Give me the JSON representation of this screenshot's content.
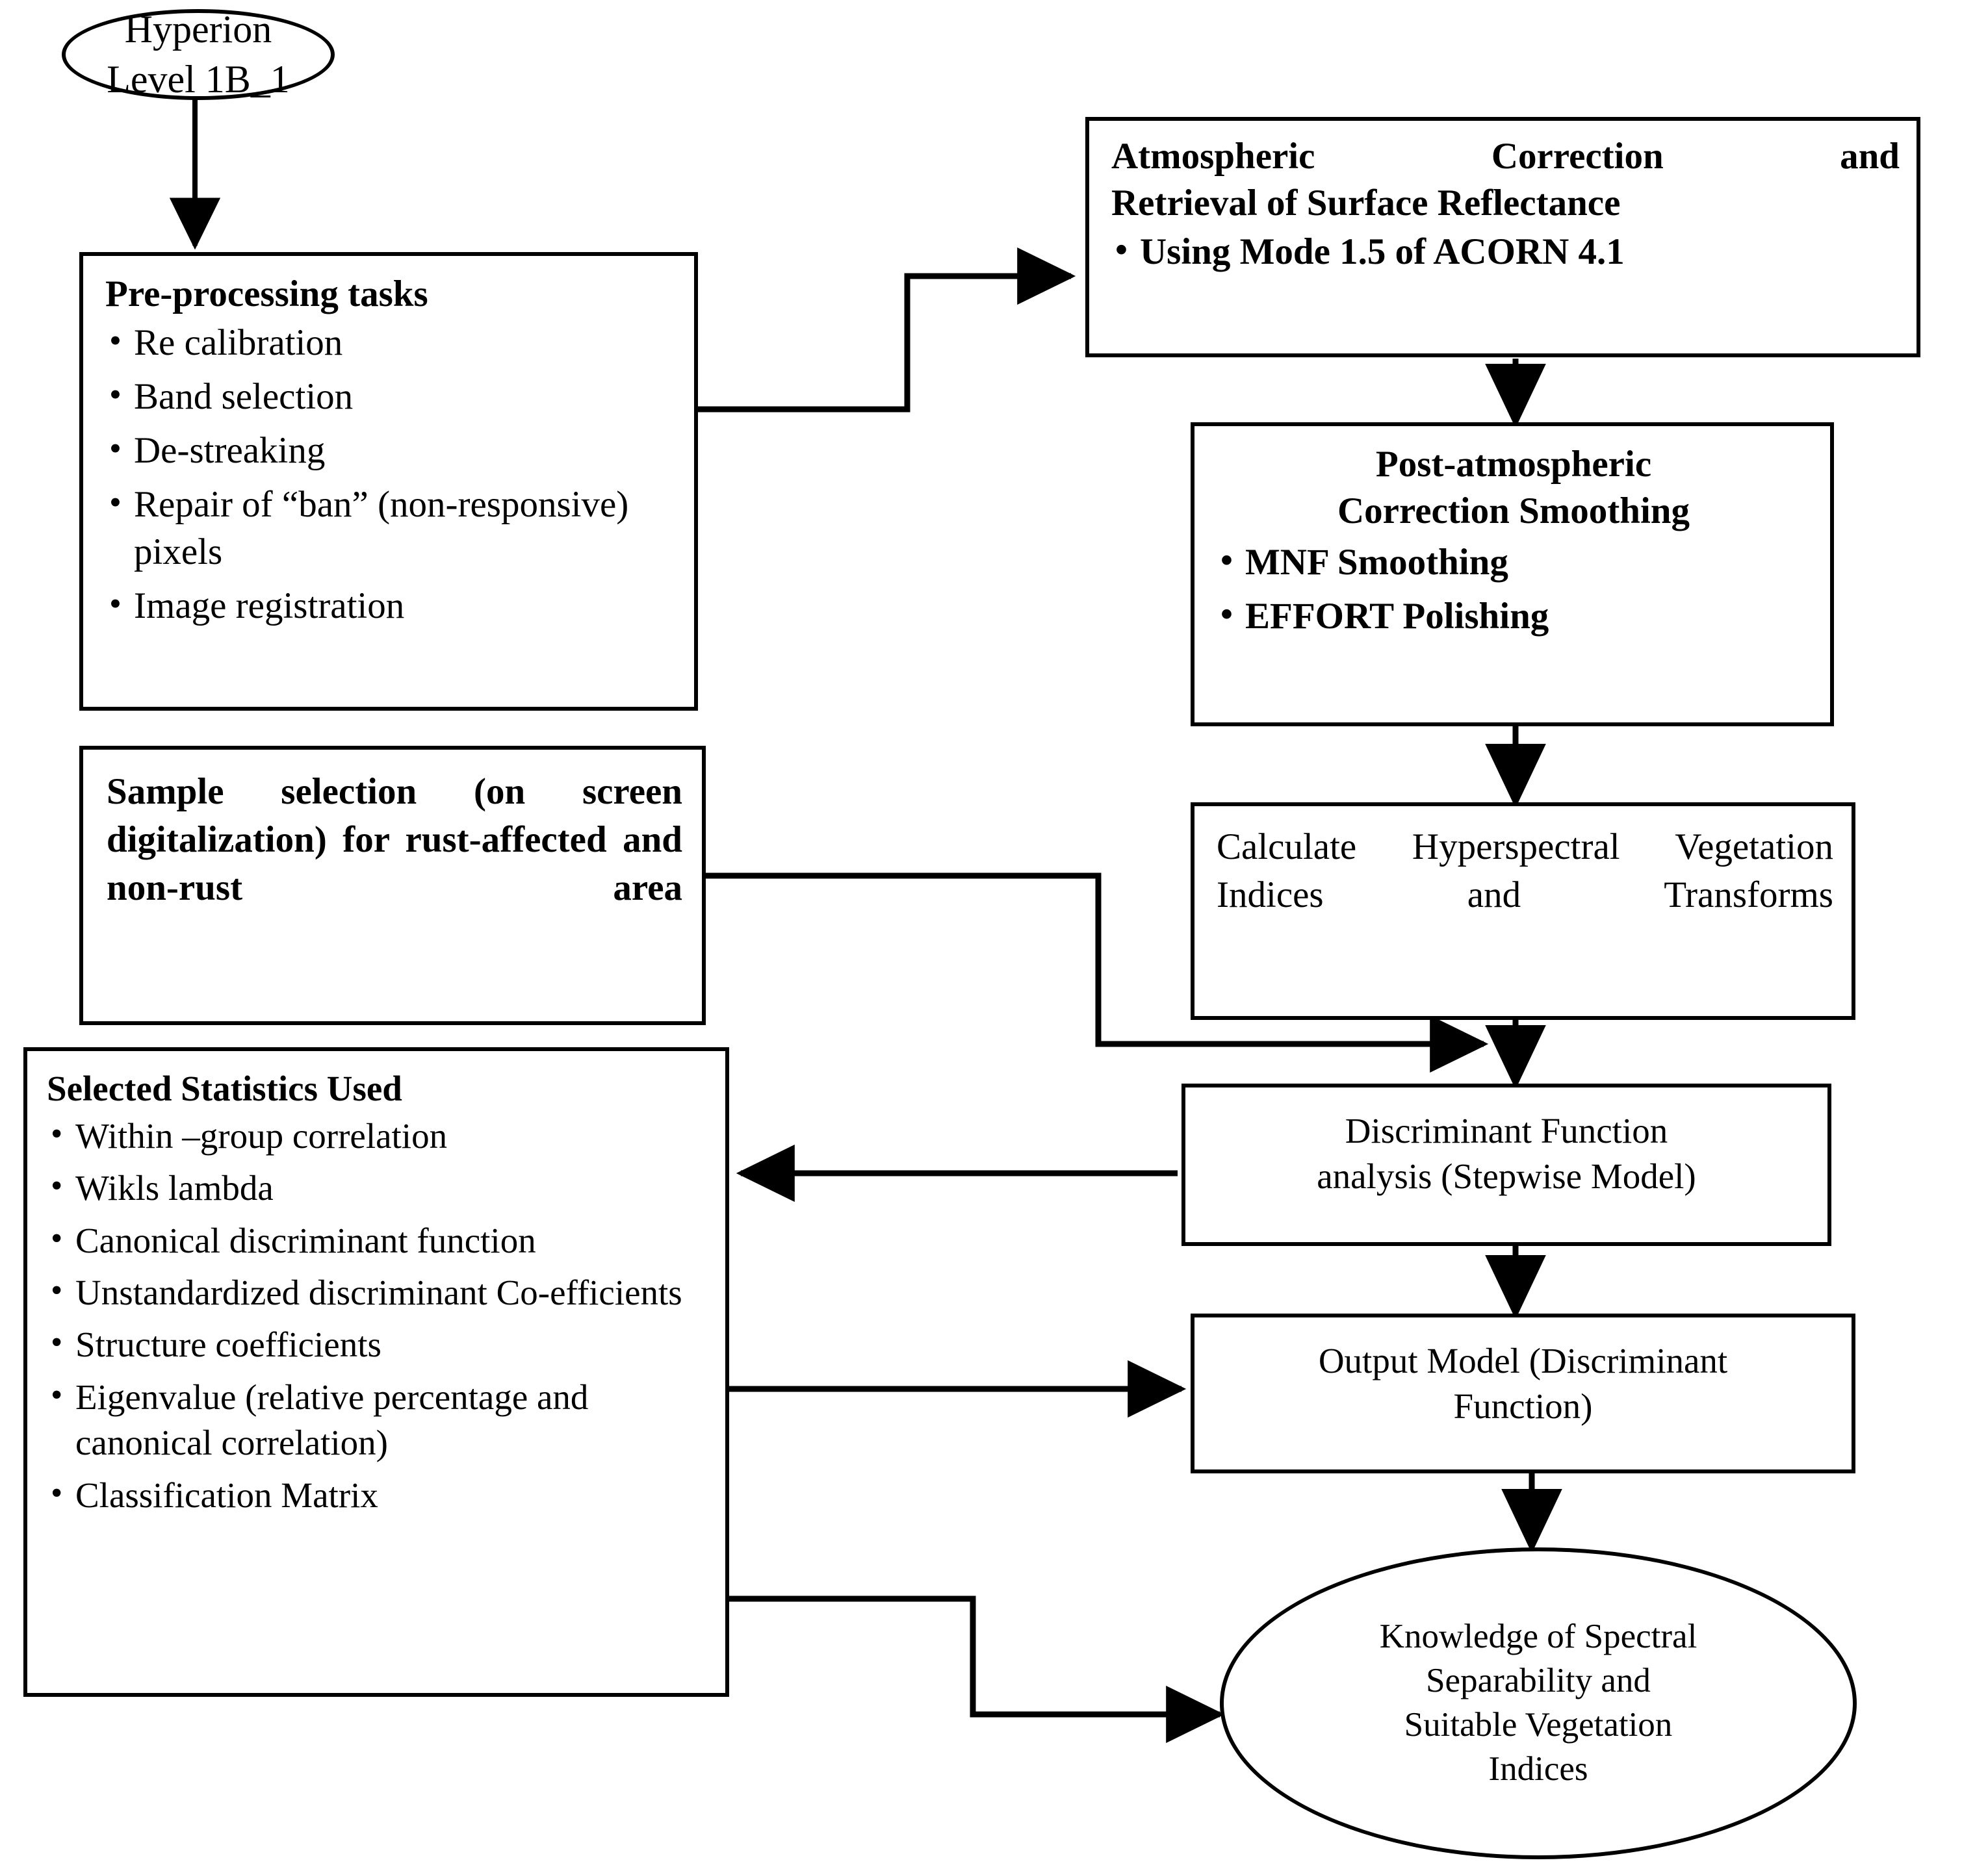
{
  "diagram": {
    "title": "Hyperion hyperspectral rust-detection processing workflow",
    "stroke_color": "#000000",
    "background_color": "#ffffff"
  },
  "nodes": {
    "hyperion_source": {
      "shape": "ellipse",
      "lines": [
        "Hyperion",
        "Level 1B_1"
      ]
    },
    "preprocessing": {
      "shape": "rectangle",
      "title": "Pre-processing tasks",
      "bullets": [
        "Re calibration",
        "Band selection",
        "De-streaking",
        "Repair of “ban” (non-responsive) pixels",
        "Image registration"
      ]
    },
    "atmospheric_correction": {
      "shape": "rectangle",
      "title_line1": "Atmospheric Correction and",
      "title_line2": "Retrieval of Surface Reflectance",
      "bullets": [
        "Using Mode 1.5 of ACORN 4.1"
      ]
    },
    "post_atmospheric": {
      "shape": "rectangle",
      "title_line1": "Post-atmospheric",
      "title_line2": "Correction Smoothing",
      "bullets": [
        "MNF Smoothing",
        "EFFORT Polishing"
      ]
    },
    "sample_selection": {
      "shape": "rectangle",
      "text": "Sample selection (on screen digitalization) for rust-affected and non-rust area"
    },
    "calculate_indices": {
      "shape": "rectangle",
      "text": "Calculate Hyperspectral Vegetation Indices and Transforms"
    },
    "discriminant_analysis": {
      "shape": "rectangle",
      "lines": [
        "Discriminant Function",
        "analysis (Stepwise Model)"
      ]
    },
    "selected_statistics": {
      "shape": "rectangle",
      "title": "Selected Statistics Used",
      "bullets": [
        "Within –group correlation",
        "Wikls lambda",
        "Canonical discriminant function",
        "Unstandardized discriminant Co-efficients",
        "Structure coefficients",
        "Eigenvalue (relative percentage and canonical correlation)",
        "Classification Matrix"
      ]
    },
    "output_model": {
      "shape": "rectangle",
      "lines": [
        "Output Model (Discriminant",
        "Function)"
      ]
    },
    "knowledge_outcome": {
      "shape": "ellipse",
      "lines": [
        "Knowledge of Spectral",
        "Separability and",
        "Suitable Vegetation",
        "Indices"
      ]
    }
  },
  "edges": [
    {
      "from": "hyperion_source",
      "to": "preprocessing",
      "style": "arrow-down"
    },
    {
      "from": "preprocessing",
      "to": "atmospheric_correction",
      "style": "elbow-arrow-right"
    },
    {
      "from": "atmospheric_correction",
      "to": "post_atmospheric",
      "style": "arrow-down"
    },
    {
      "from": "post_atmospheric",
      "to": "calculate_indices",
      "style": "arrow-down"
    },
    {
      "from": "calculate_indices",
      "to": "discriminant_analysis",
      "style": "arrow-down"
    },
    {
      "from": "sample_selection",
      "to": "discriminant_analysis",
      "style": "elbow-arrow-right"
    },
    {
      "from": "discriminant_analysis",
      "to": "selected_statistics",
      "style": "arrow-left"
    },
    {
      "from": "discriminant_analysis",
      "to": "output_model",
      "style": "arrow-down"
    },
    {
      "from": "selected_statistics",
      "to": "output_model",
      "style": "arrow-right"
    },
    {
      "from": "output_model",
      "to": "knowledge_outcome",
      "style": "arrow-double-vertical"
    },
    {
      "from": "selected_statistics",
      "to": "knowledge_outcome",
      "style": "elbow-arrow-right"
    }
  ]
}
